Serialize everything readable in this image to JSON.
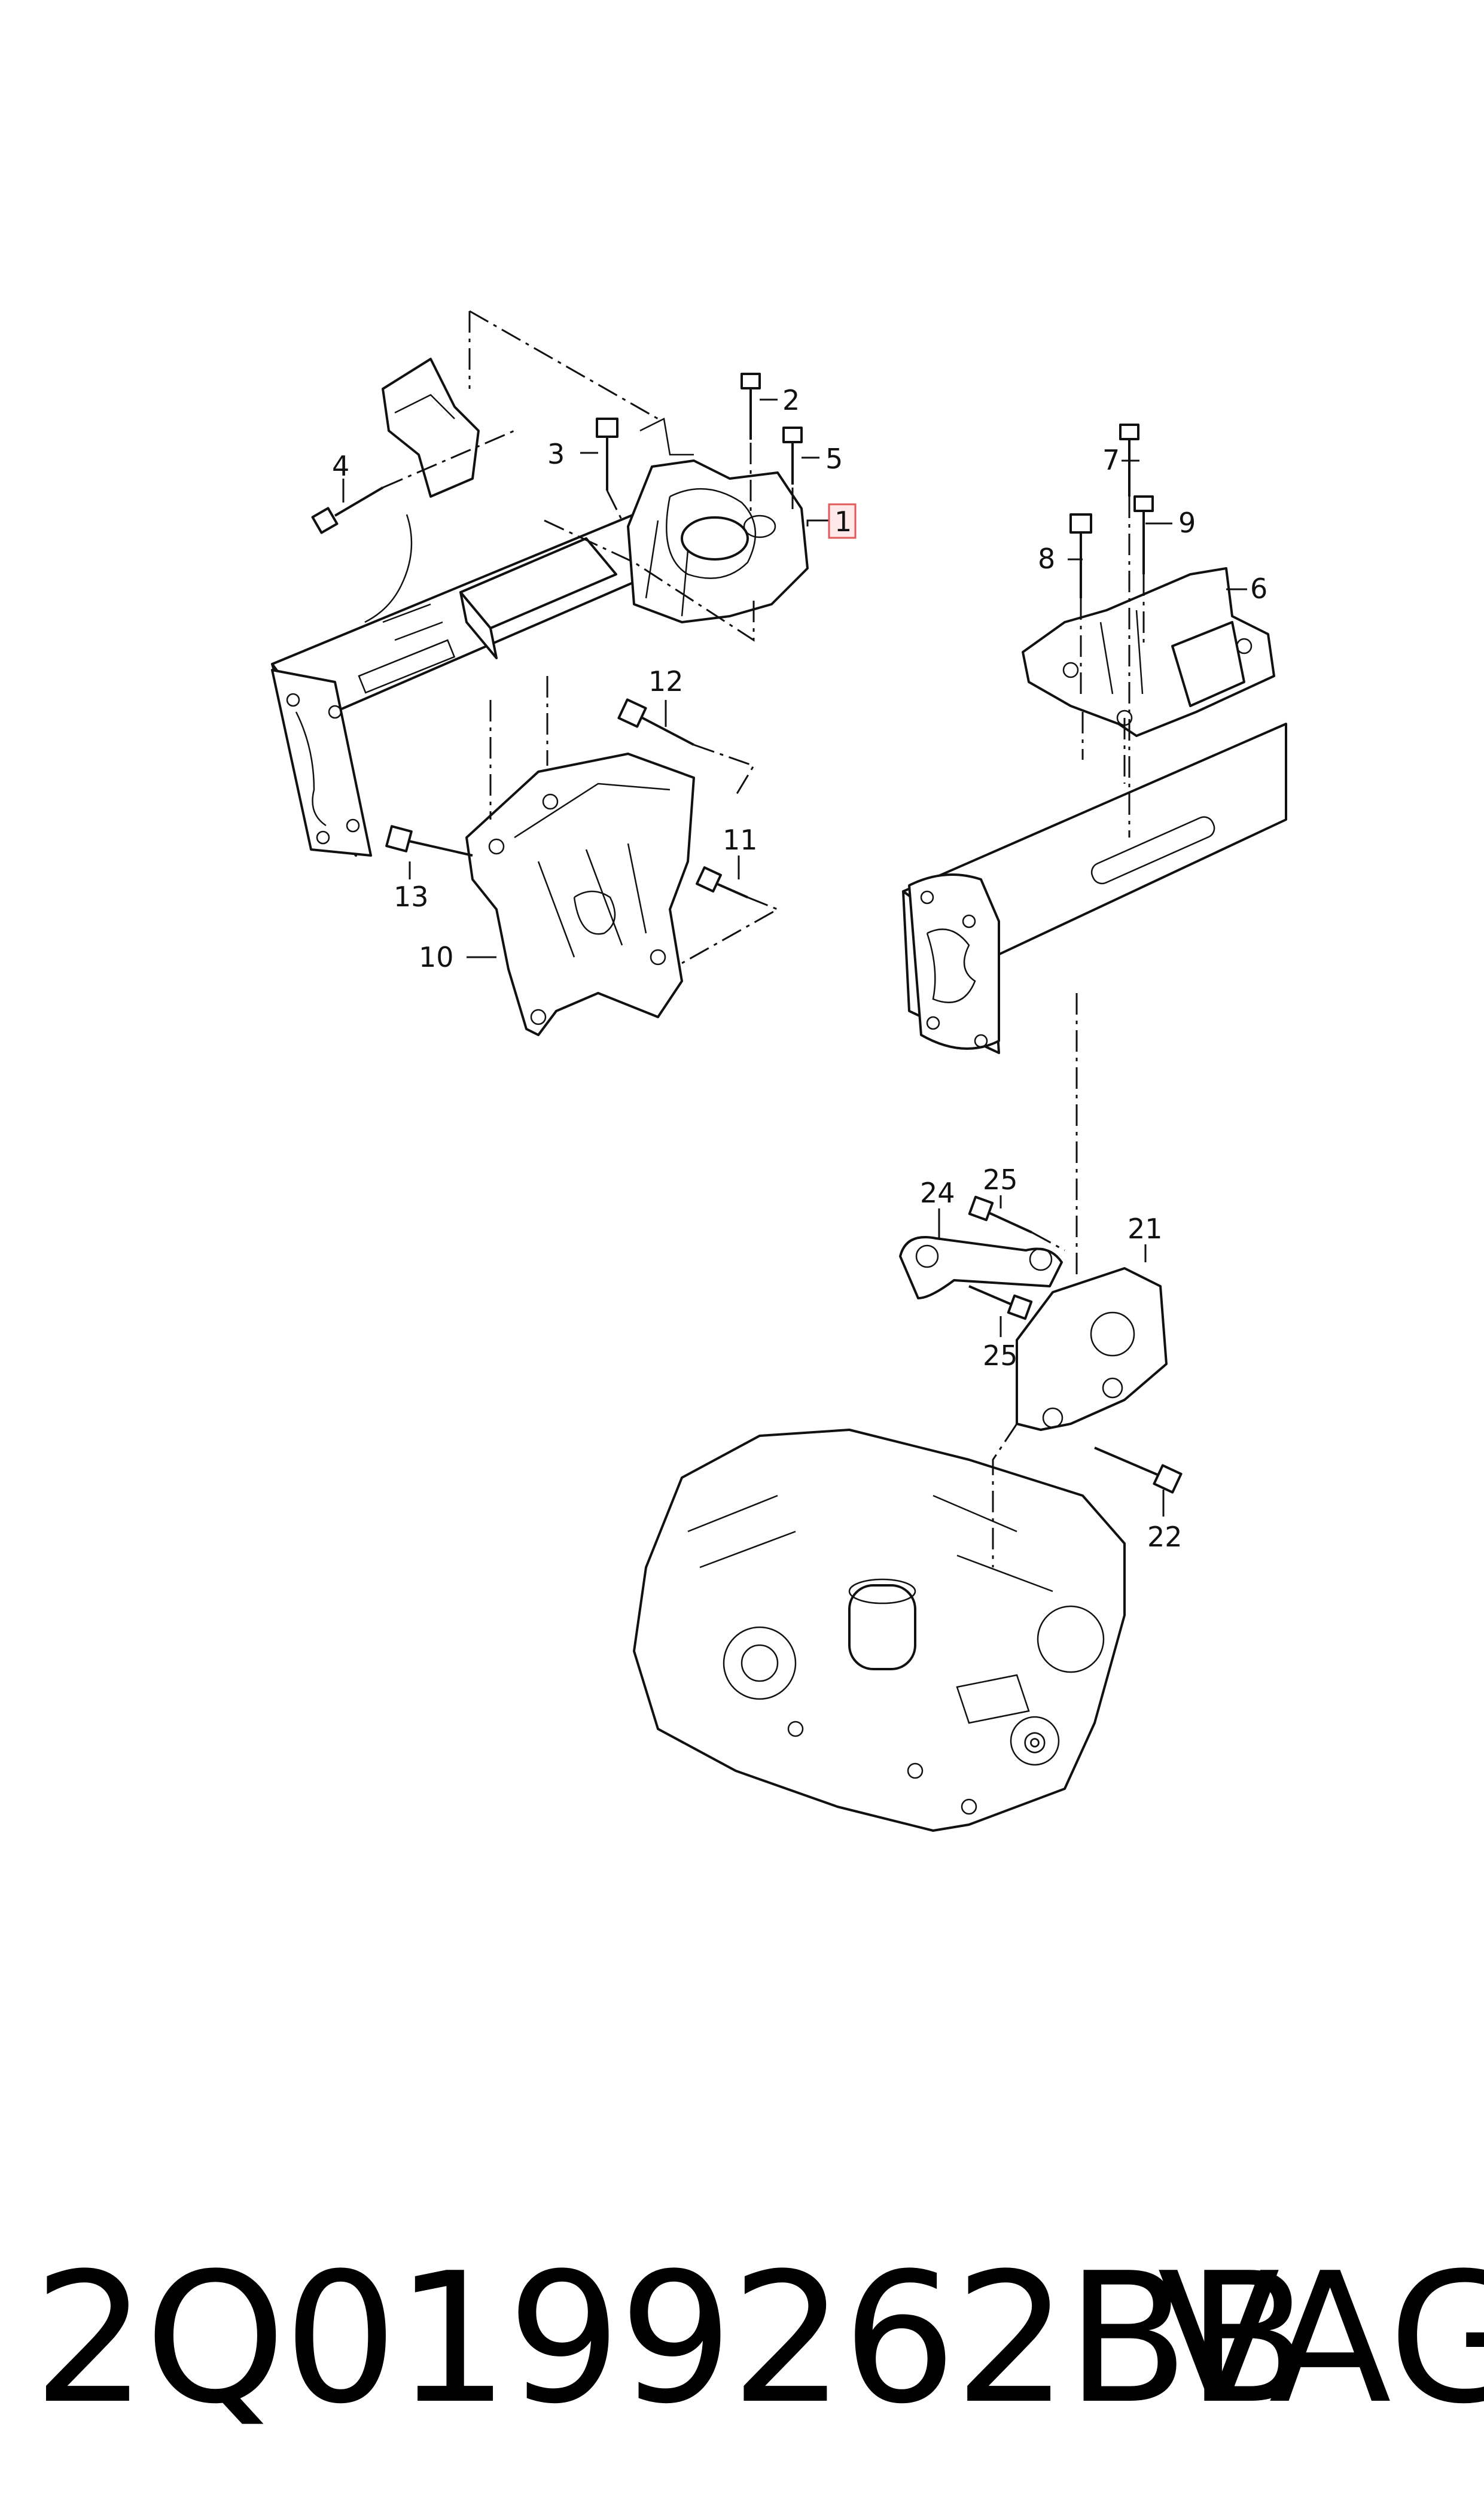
{
  "diagram": {
    "callouts": [
      {
        "id": "1",
        "label": "1",
        "highlighted": true
      },
      {
        "id": "2",
        "label": "2"
      },
      {
        "id": "3",
        "label": "3"
      },
      {
        "id": "4",
        "label": "4"
      },
      {
        "id": "5",
        "label": "5"
      },
      {
        "id": "6",
        "label": "6"
      },
      {
        "id": "7",
        "label": "7"
      },
      {
        "id": "8",
        "label": "8"
      },
      {
        "id": "9",
        "label": "9"
      },
      {
        "id": "10",
        "label": "10"
      },
      {
        "id": "11",
        "label": "11"
      },
      {
        "id": "12",
        "label": "12"
      },
      {
        "id": "13",
        "label": "13"
      },
      {
        "id": "21",
        "label": "21"
      },
      {
        "id": "22",
        "label": "22"
      },
      {
        "id": "24",
        "label": "24"
      },
      {
        "id": "25a",
        "label": "25"
      },
      {
        "id": "25b",
        "label": "25"
      }
    ],
    "highlight_color": "#e05a5a"
  },
  "footer": {
    "part_number": "2Q0199262BB",
    "brand": "VAG"
  }
}
